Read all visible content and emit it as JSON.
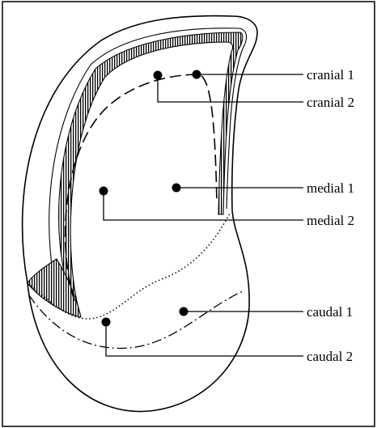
{
  "diagram": {
    "labels": {
      "cranial_1": "cranial 1",
      "cranial_2": "cranial 2",
      "medial_1": "medial 1",
      "medial_2": "medial 2",
      "caudal_1": "caudal 1",
      "caudal_2": "caudal 2"
    }
  },
  "colors": {
    "ink": "#000000",
    "background": "#ffffff"
  }
}
